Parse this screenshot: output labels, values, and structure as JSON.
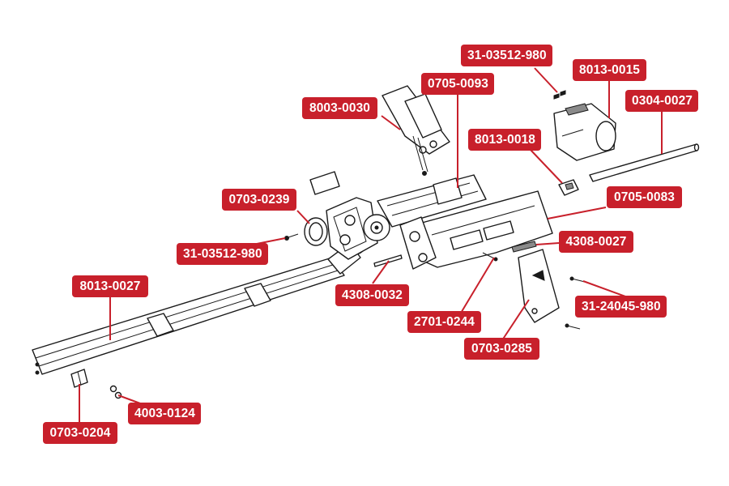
{
  "callouts": [
    {
      "id": "lbl-31-03512-980-top",
      "text": "31-03512-980"
    },
    {
      "id": "lbl-8013-0015",
      "text": "8013-0015"
    },
    {
      "id": "lbl-0705-0093",
      "text": "0705-0093"
    },
    {
      "id": "lbl-8003-0030",
      "text": "8003-0030"
    },
    {
      "id": "lbl-0304-0027",
      "text": "0304-0027"
    },
    {
      "id": "lbl-8013-0018",
      "text": "8013-0018"
    },
    {
      "id": "lbl-0703-0239",
      "text": "0703-0239"
    },
    {
      "id": "lbl-0705-0083",
      "text": "0705-0083"
    },
    {
      "id": "lbl-31-03512-980-left",
      "text": "31-03512-980"
    },
    {
      "id": "lbl-4308-0027",
      "text": "4308-0027"
    },
    {
      "id": "lbl-8013-0027",
      "text": "8013-0027"
    },
    {
      "id": "lbl-4308-0032",
      "text": "4308-0032"
    },
    {
      "id": "lbl-31-24045-980",
      "text": "31-24045-980"
    },
    {
      "id": "lbl-2701-0244",
      "text": "2701-0244"
    },
    {
      "id": "lbl-0703-0285",
      "text": "0703-0285"
    },
    {
      "id": "lbl-4003-0124",
      "text": "4003-0124"
    },
    {
      "id": "lbl-0703-0204",
      "text": "0703-0204"
    }
  ],
  "colors": {
    "callout_bg": "#c8202b",
    "callout_text": "#ffffff",
    "line_art": "#1a1a1a"
  }
}
